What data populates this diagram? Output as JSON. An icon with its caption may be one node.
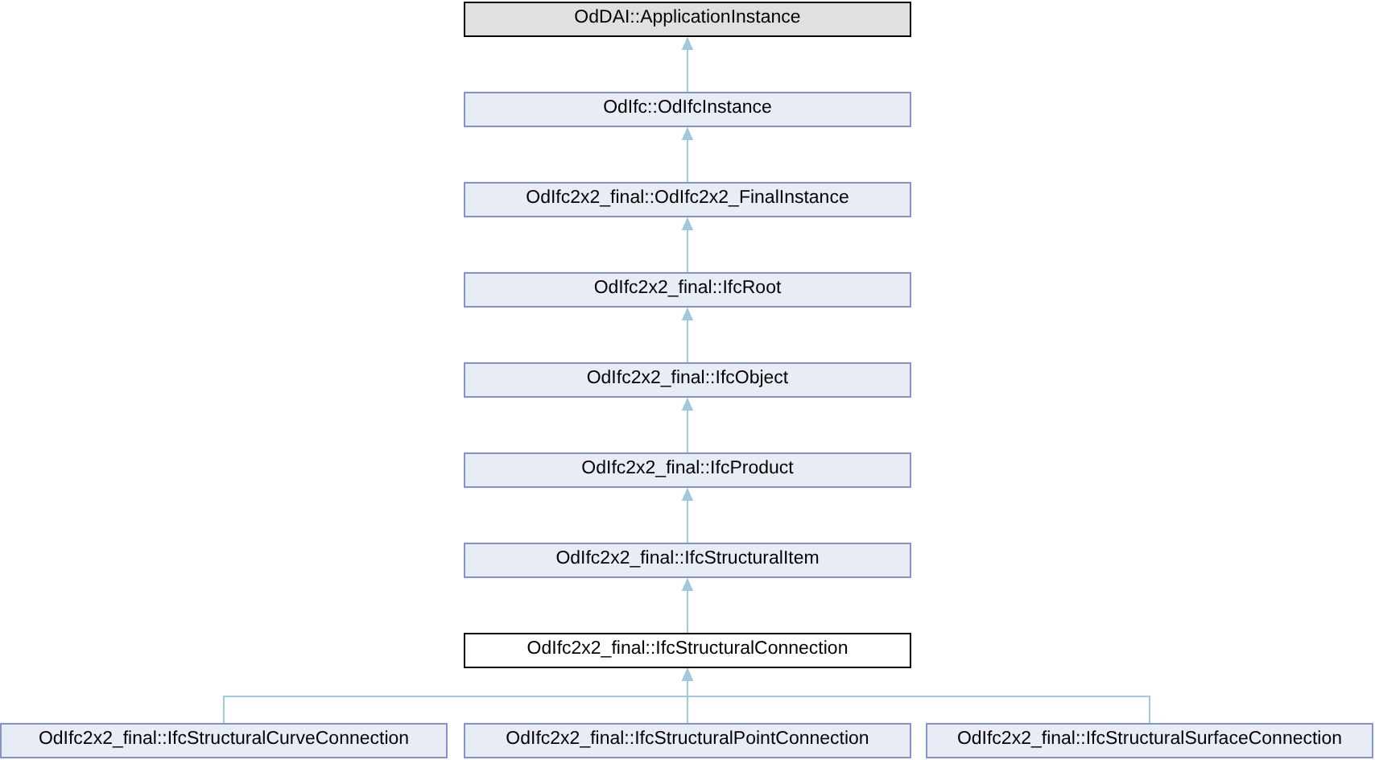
{
  "diagram": {
    "nodes": [
      {
        "text": [
          "OdDAI::ApplicationInstance"
        ]
      },
      {
        "text": [
          "OdIfc::OdIfcInstance"
        ]
      },
      {
        "text": [
          "OdIfc2x2_final::OdIfc2x2_FinalInstance"
        ]
      },
      {
        "text": [
          "OdIfc2x2_final::IfcRoot"
        ]
      },
      {
        "text": [
          "OdIfc2x2_final::IfcObject"
        ]
      },
      {
        "text": [
          "OdIfc2x2_final::IfcProduct"
        ]
      },
      {
        "text": [
          "OdIfc2x2_final::IfcStructuralItem"
        ]
      },
      {
        "text": [
          "OdIfc2x2_final::IfcStructuralConnection"
        ]
      },
      {
        "text": [
          "OdIfc2x2_final::IfcStructuralCurveConnection"
        ]
      },
      {
        "text": [
          "OdIfc2x2_final::IfcStructuralPointConnection"
        ]
      },
      {
        "text": [
          "OdIfc2x2_final::IfcStructuralSurfaceConnection"
        ]
      }
    ],
    "edges": [
      {
        "from": 1,
        "to": 0,
        "arrow": "to"
      },
      {
        "from": 2,
        "to": 1,
        "arrow": "to"
      },
      {
        "from": 3,
        "to": 2,
        "arrow": "to"
      },
      {
        "from": 4,
        "to": 3,
        "arrow": "to"
      },
      {
        "from": 5,
        "to": 4,
        "arrow": "to"
      },
      {
        "from": 6,
        "to": 5,
        "arrow": "to"
      },
      {
        "from": 7,
        "to": 6,
        "arrow": "to"
      },
      {
        "from": 8,
        "to": 7,
        "arrow": "to"
      },
      {
        "from": 9,
        "to": 7,
        "arrow": "to"
      },
      {
        "from": 10,
        "to": 7,
        "arrow": "to"
      }
    ]
  }
}
